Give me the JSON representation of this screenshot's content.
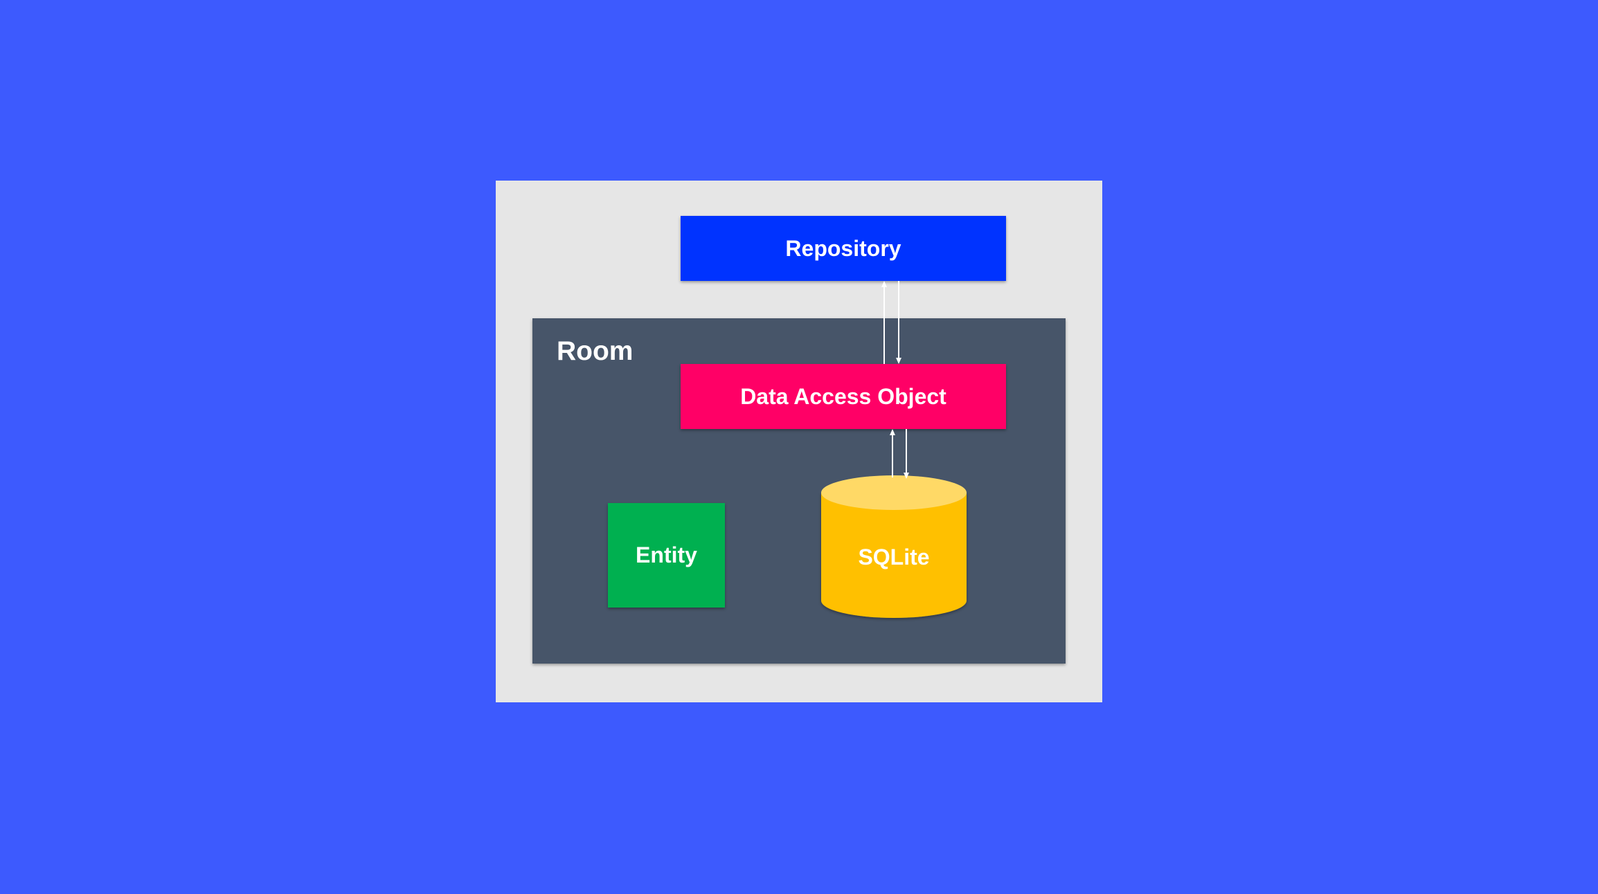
{
  "diagram": {
    "room_label": "Room",
    "repository": {
      "label": "Repository",
      "color": "#0033ff"
    },
    "dao": {
      "label": "Data Access Object",
      "color": "#ff0066"
    },
    "entity": {
      "label": "Entity",
      "color": "#00b050"
    },
    "sqlite": {
      "label": "SQLite",
      "body_color": "#ffc000",
      "top_color": "#ffd966"
    },
    "outer_panel_color": "#e6e6e6",
    "room_panel_color": "#475569",
    "background_color": "#3d5afe",
    "arrow_color": "#ffffff"
  }
}
